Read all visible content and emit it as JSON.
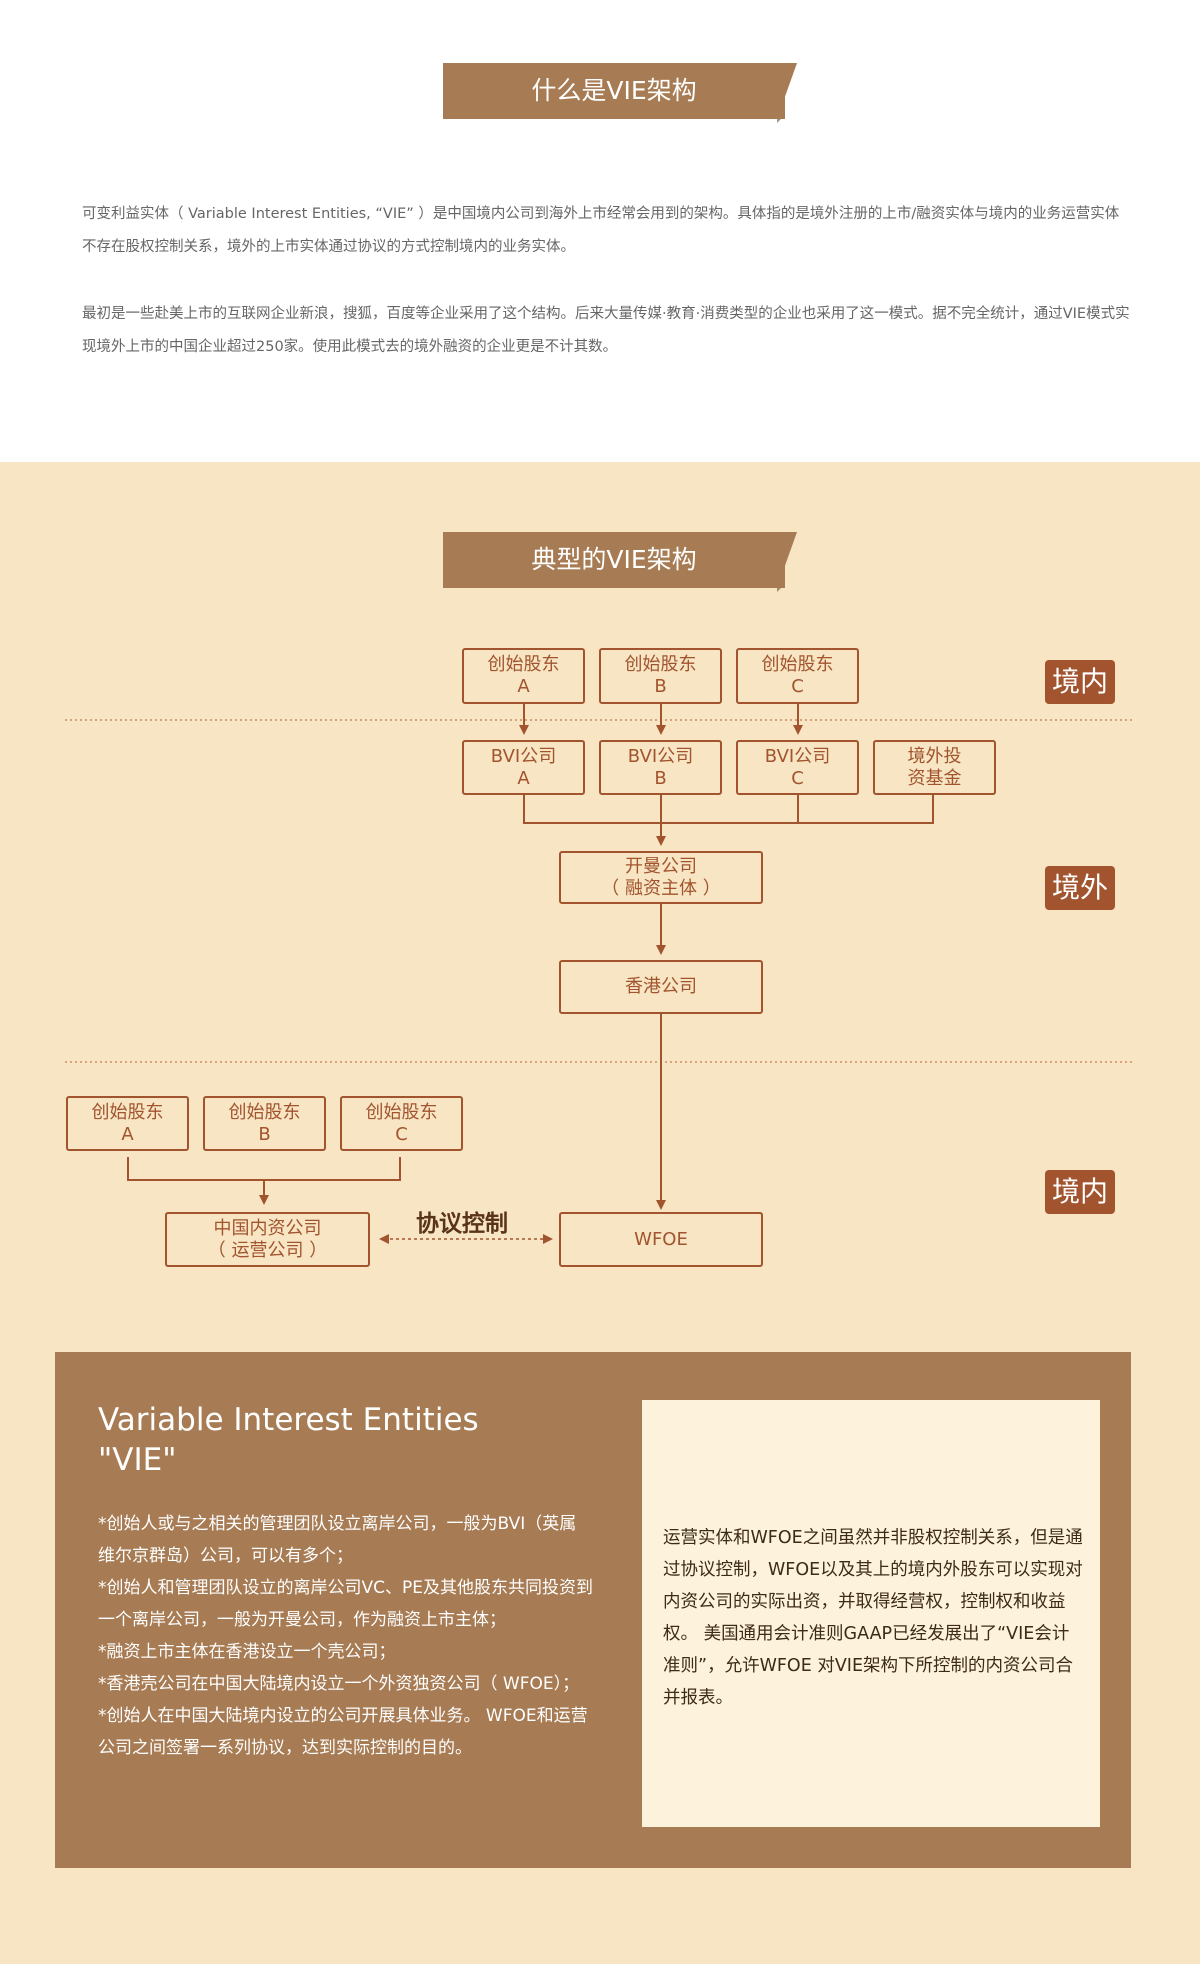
{
  "section1": {
    "title": "什么是VIE架构",
    "paragraphs": [
      "可变利益实体（ Variable Interest Entities, “VIE” ）是中国境内公司到海外上市经常会用到的架构。具体指的是境外注册的上市/融资实体与境内的业务运营实体不存在股权控制关系，境外的上市实体通过协议的方式控制境内的业务实体。",
      "最初是一些赴美上市的互联网企业新浪，搜狐，百度等企业采用了这个结构。后来大量传媒·教育·消费类型的企业也采用了这一模式。据不完全统计，通过VIE模式实现境外上市的中国企业超过250家。使用此模式去的境外融资的企业更是不计其数。"
    ]
  },
  "section2": {
    "title": "典型的VIE架构"
  },
  "diagram": {
    "zones": [
      "境内",
      "境外",
      "境内"
    ],
    "founders_top": [
      {
        "line1": "创始股东",
        "line2": "A"
      },
      {
        "line1": "创始股东",
        "line2": "B"
      },
      {
        "line1": "创始股东",
        "line2": "C"
      }
    ],
    "bvi": [
      {
        "line1": "BVI公司",
        "line2": "A"
      },
      {
        "line1": "BVI公司",
        "line2": "B"
      },
      {
        "line1": "BVI公司",
        "line2": "C"
      }
    ],
    "fund": {
      "line1": "境外投",
      "line2": "资基金"
    },
    "cayman": {
      "line1": "开曼公司",
      "line2": "（ 融资主体 ）"
    },
    "hk": "香港公司",
    "founders_bottom": [
      {
        "line1": "创始股东",
        "line2": "A"
      },
      {
        "line1": "创始股东",
        "line2": "B"
      },
      {
        "line1": "创始股东",
        "line2": "C"
      }
    ],
    "domestic": {
      "line1": "中国内资公司",
      "line2": "（ 运营公司 ）"
    },
    "wfoe": "WFOE",
    "control_label": "协议控制"
  },
  "info": {
    "title_line1": "Variable Interest Entities",
    "title_line2": "\"VIE\"",
    "list": [
      "*创始人或与之相关的管理团队设立离岸公司，一般为BVI（英属维尔京群岛）公司，可以有多个；",
      "*创始人和管理团队设立的离岸公司VC、PE及其他股东共同投资到一个离岸公司，一般为开曼公司，作为融资上市主体；",
      "*融资上市主体在香港设立一个壳公司；",
      "*香港壳公司在中国大陆境内设立一个外资独资公司（ WFOE）；",
      "*创始人在中国大陆境内设立的公司开展具体业务。 WFOE和运营公司之间签署一系列协议，达到实际控制的目的。"
    ],
    "right_text": "运营实体和WFOE之间虽然并非股权控制关系，但是通过协议控制，WFOE以及其上的境内外股东可以实现对内资公司的实际出资，并取得经营权，控制权和收益权。 美国通用会计准则GAAP已经发展出了“VIE会计准则”，允许WFOE 对VIE架构下所控制的内资公司合并报表。"
  },
  "colors": {
    "banner": "#a77b53",
    "accent": "#a2542f",
    "cream": "#f7e5c3"
  }
}
